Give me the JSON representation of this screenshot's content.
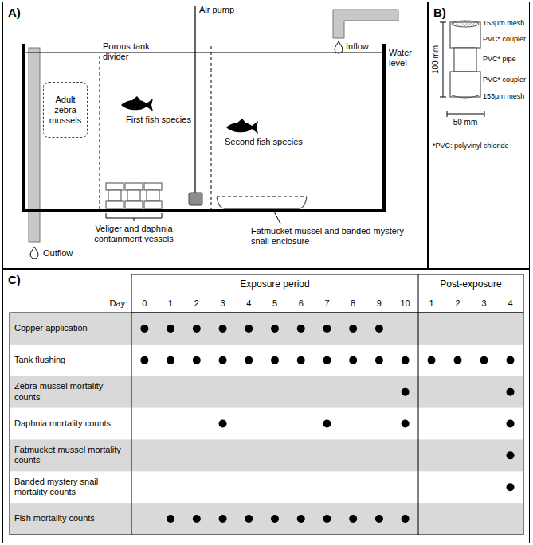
{
  "diagram": {
    "nodes": [
      {
        "text": [
          "A)"
        ]
      },
      {
        "text": [
          "Adult zebra mussels"
        ],
        "in": 0
      },
      {
        "text": [
          "B)"
        ]
      },
      {
        "text": [
          "C)"
        ]
      }
    ],
    "labels": [
      "Porous tank divider",
      "Air pump",
      "Inflow",
      "Water level",
      "First fish species",
      "Second fish species",
      "Outflow",
      "Veliger and daphnia containment vessels",
      "Fatmucket mussel and banded mystery snail enclosure",
      "153μm mesh",
      "PVC* coupler",
      "PVC* pipe",
      "PVC* coupler",
      "153μm mesh",
      "100 mm",
      "50 mm",
      "*PVC: polyvinyl chloride",
      "Exposure period",
      "Post-exposure",
      "Day:",
      "0",
      "1",
      "2",
      "3",
      "4",
      "5",
      "6",
      "7",
      "8",
      "9",
      "10",
      "1",
      "2",
      "3",
      "4",
      "Copper application",
      "Tank flushing",
      "Zebra mussel mortality counts",
      "Daphnia mortality counts",
      "Fatmucket mussel mortality counts",
      "Banded mystery snail mortality counts",
      "Fish mortality counts"
    ]
  }
}
